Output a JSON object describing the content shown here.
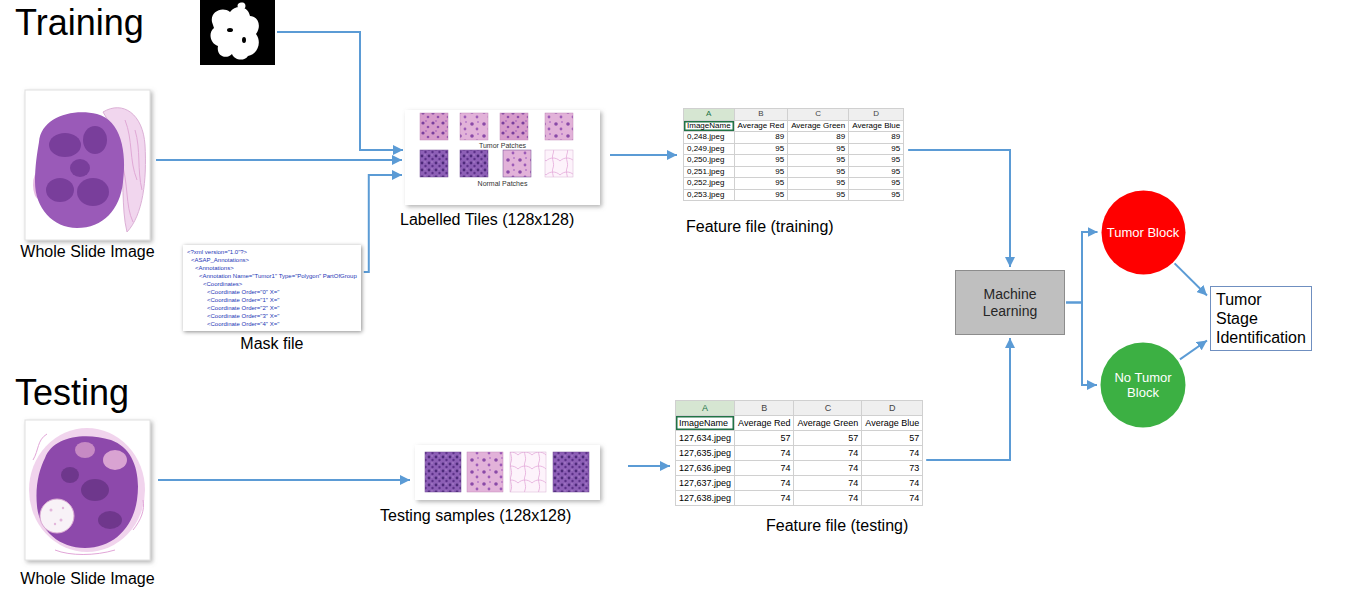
{
  "diagram": {
    "nodes": [
      {
        "text": [
          "Whole Slide Image"
        ]
      },
      {
        "text": [
          "Mask file"
        ]
      },
      {
        "text": [
          "Labelled Tiles (128x128)"
        ]
      },
      {
        "text": [
          "Feature file (training)"
        ]
      },
      {
        "text": [
          "Machine Learning"
        ]
      },
      {
        "text": [
          "Tumor Block"
        ]
      },
      {
        "text": [
          "No Tumor Block"
        ]
      },
      {
        "text": [
          "Tumor Stage Identification"
        ]
      },
      {
        "text": [
          "Whole Slide Image"
        ]
      },
      {
        "text": [
          "Testing samples (128x128)"
        ]
      },
      {
        "text": [
          "Feature file (testing)"
        ]
      }
    ],
    "edges": [
      {
        "from": 0,
        "to": 2,
        "arrow": "to"
      },
      {
        "from": 1,
        "to": 2,
        "arrow": "to"
      },
      {
        "from": 2,
        "to": 3,
        "arrow": "to"
      },
      {
        "from": 3,
        "to": 4,
        "arrow": "to"
      },
      {
        "from": 4,
        "to": 5,
        "arrow": "to"
      },
      {
        "from": 4,
        "to": 6,
        "arrow": "to"
      },
      {
        "from": 5,
        "to": 7,
        "arrow": "to"
      },
      {
        "from": 6,
        "to": 7,
        "arrow": "to"
      },
      {
        "from": 8,
        "to": 9,
        "arrow": "to"
      },
      {
        "from": 9,
        "to": 10,
        "arrow": "to"
      },
      {
        "from": 10,
        "to": 4,
        "arrow": "to"
      }
    ],
    "labels": [
      "Training",
      "Testing",
      "Tumor Patches",
      "Normal Patches",
      "<?xml version=\"1.0\"?>",
      "<ASAP_Annotations>",
      "<Annotations>",
      "<Annotation Name=\"Tumor1\" Type=\"Polygon\" PartOfGroup",
      "<Coordinates>",
      "<Coordinate Order=\"0\" X=\"",
      "<Coordinate Order=\"1\" X=\"",
      "<Coordinate Order=\"2\" X=\"",
      "<Coordinate Order=\"3\" X=\"",
      "<Coordinate Order=\"4\" X=\"",
      "A",
      "B",
      "C",
      "D",
      "ImageName",
      "Average Red",
      "Average Green",
      "Average Blue",
      "0,248.jpeg",
      "89",
      "89",
      "89",
      "0,249.jpeg",
      "95",
      "95",
      "95",
      "0,250.jpeg",
      "95",
      "95",
      "95",
      "0,251.jpeg",
      "95",
      "95",
      "95",
      "0,252.jpeg",
      "95",
      "95",
      "95",
      "0,253.jpeg",
      "95",
      "95",
      "95",
      "A",
      "B",
      "C",
      "D",
      "ImageName",
      "Average Red",
      "Average Green",
      "Average Blue",
      "127,634.jpeg",
      "57",
      "57",
      "57",
      "127,635.jpeg",
      "74",
      "74",
      "74",
      "127,636.jpeg",
      "74",
      "74",
      "73",
      "127,637.jpeg",
      "74",
      "74",
      "74",
      "127,638.jpeg",
      "74",
      "74",
      "74"
    ]
  }
}
